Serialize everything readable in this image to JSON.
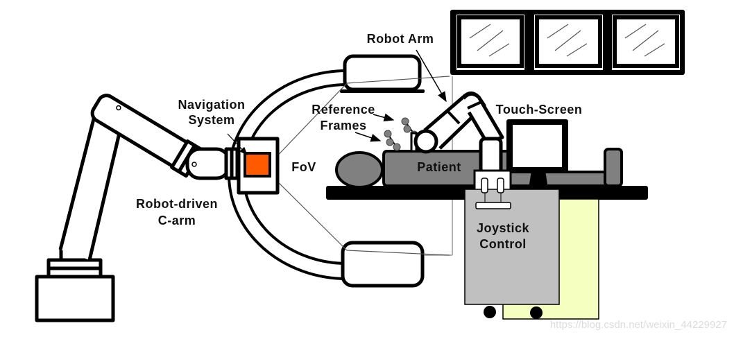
{
  "diagram": {
    "labels": {
      "robot_arm": "Robot Arm",
      "navigation_line1": "Navigation",
      "navigation_line2": "System",
      "reference_line1": "Reference",
      "reference_line2": "Frames",
      "touch_screen": "Touch-Screen",
      "fov": "FoV",
      "patient": "Patient",
      "carm_line1": "Robot-driven",
      "carm_line2": "C-arm",
      "joystick_line1": "Joystick",
      "joystick_line2": "Control"
    },
    "watermark": "https://blog.csdn.net/weixin_44229927",
    "colors": {
      "navigation_camera": "#ff5a00",
      "patient": "#808080",
      "joystick_cart": "#c0c0c0",
      "side_cart": "#f4ffc0",
      "outline": "#000000"
    }
  }
}
